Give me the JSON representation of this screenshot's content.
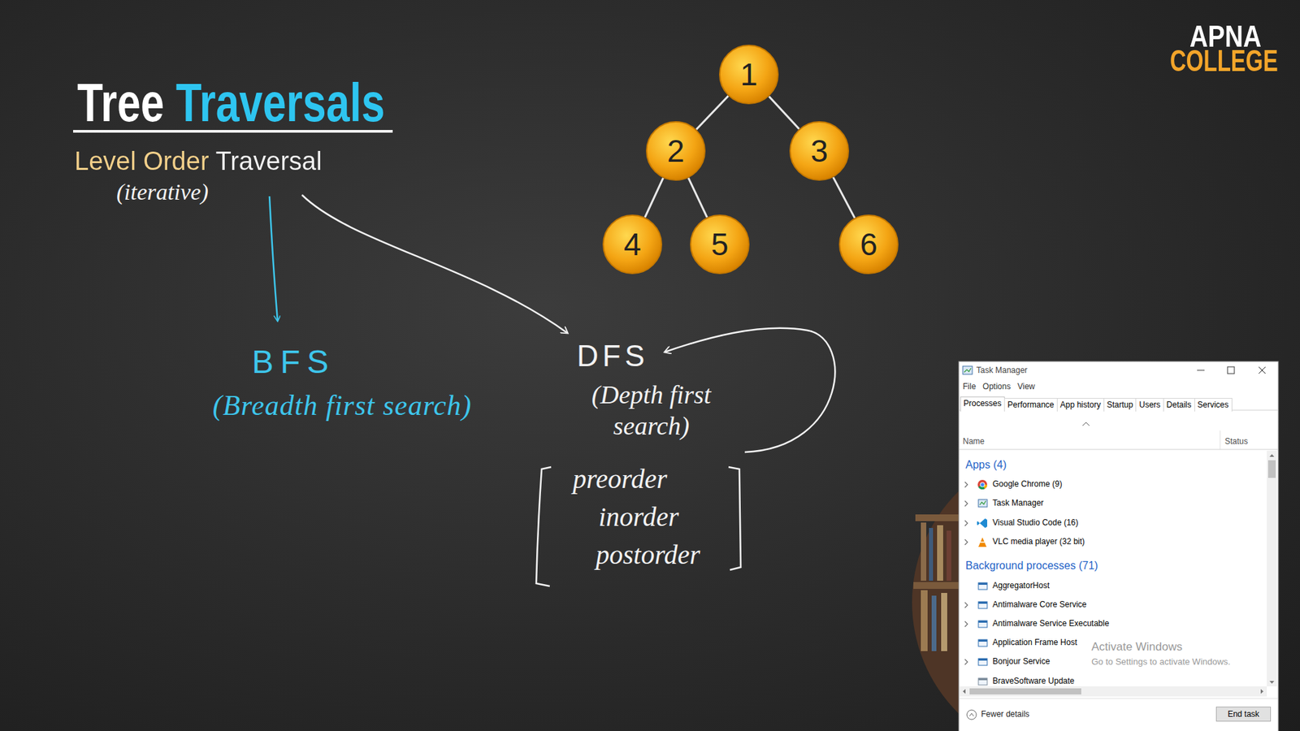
{
  "diagram": {
    "title": "Tree Traversals",
    "nodes": [
      {
        "text": [
          "1"
        ]
      },
      {
        "text": [
          "2"
        ]
      },
      {
        "text": [
          "3"
        ]
      },
      {
        "text": [
          "4"
        ]
      },
      {
        "text": [
          "5"
        ]
      },
      {
        "text": [
          "6"
        ]
      }
    ],
    "edges": [
      {
        "from": 0,
        "to": 1,
        "arrow": "none"
      },
      {
        "from": 0,
        "to": 2,
        "arrow": "none"
      },
      {
        "from": 1,
        "to": 3,
        "arrow": "none"
      },
      {
        "from": 1,
        "to": 4,
        "arrow": "none"
      },
      {
        "from": 2,
        "to": 5,
        "arrow": "none"
      }
    ],
    "labels": [
      "Level Order Traversal",
      "(iterative)",
      "BFS",
      "(Breadth first search)",
      "DFS",
      "(Depth first search)",
      "preorder",
      "inorder",
      "postorder",
      "APNA",
      "COLLEGE",
      "Task Manager",
      "File",
      "Options",
      "View",
      "Processes",
      "Performance",
      "App history",
      "Startup",
      "Users",
      "Details",
      "Services",
      "Name",
      "Status",
      "Apps (4)",
      "Google Chrome (9)",
      "Task Manager",
      "Visual Studio Code (16)",
      "VLC media player (32 bit)",
      "Background processes (71)",
      "AggregatorHost",
      "Antimalware Core Service",
      "Antimalware Service Executable",
      "Application Frame Host",
      "Bonjour Service",
      "BraveSoftware Update",
      "Activate Windows",
      "Go to Settings to activate Windows.",
      "Fewer details",
      "End task"
    ]
  }
}
